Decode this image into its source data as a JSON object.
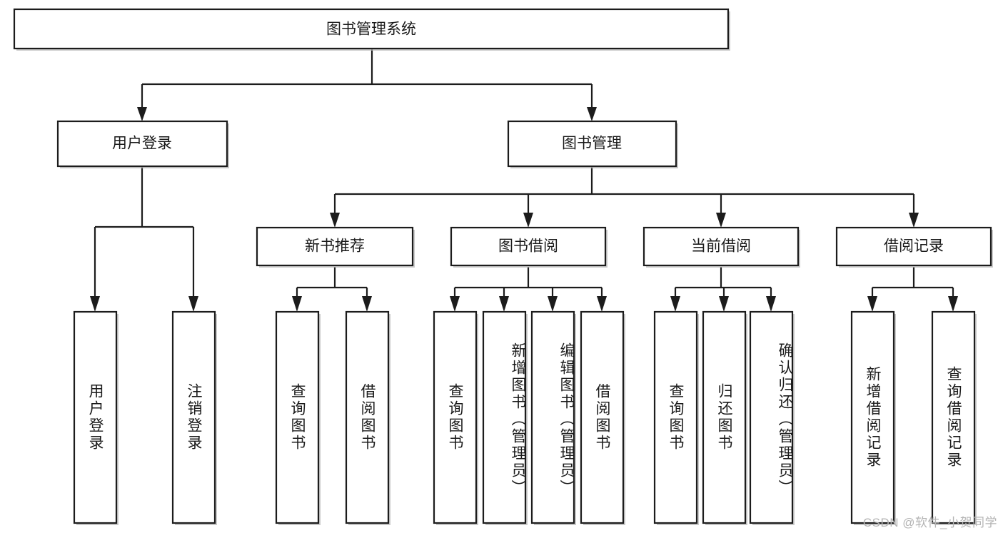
{
  "diagram": {
    "title": "图书管理系统",
    "watermark": "CSDN @软件_小贺同学",
    "type": "tree-hierarchy",
    "colors": {
      "stroke": "#1c1c1c",
      "fill": "#ffffff",
      "background": "#ffffff",
      "shadow": "#b8b8b8",
      "watermark": "#b4b4b4"
    },
    "levels": [
      {
        "level": 1,
        "nodes": [
          "图书管理系统"
        ]
      },
      {
        "level": 2,
        "nodes": [
          "用户登录",
          "图书管理"
        ]
      },
      {
        "level": 3,
        "nodes": [
          "新书推荐",
          "图书借阅",
          "当前借阅",
          "借阅记录"
        ]
      },
      {
        "level": 4,
        "nodes": [
          "用户登录",
          "注销登录",
          "查询图书",
          "借阅图书",
          "查询图书",
          "新增图书（管理员）",
          "编辑图书（管理员）",
          "借阅图书",
          "查询图书",
          "归还图书",
          "确认归还（管理员）",
          "新增借阅记录",
          "查询借阅记录"
        ]
      }
    ],
    "root": {
      "id": "root",
      "label": "图书管理系统"
    },
    "branches": [
      {
        "id": "user-login",
        "label": "用户登录"
      },
      {
        "id": "book-manage",
        "label": "图书管理"
      }
    ],
    "subbranches": [
      {
        "id": "new-book-rec",
        "label": "新书推荐"
      },
      {
        "id": "book-borrow",
        "label": "图书借阅"
      },
      {
        "id": "current-borrow",
        "label": "当前借阅"
      },
      {
        "id": "borrow-record",
        "label": "借阅记录"
      }
    ],
    "leaves": [
      {
        "id": "leaf-user-login",
        "label": "用户登录",
        "parent": "user-login"
      },
      {
        "id": "leaf-logout",
        "label": "注销登录",
        "parent": "user-login"
      },
      {
        "id": "leaf-query-book-1",
        "label": "查询图书",
        "parent": "new-book-rec"
      },
      {
        "id": "leaf-borrow-book-1",
        "label": "借阅图书",
        "parent": "new-book-rec"
      },
      {
        "id": "leaf-query-book-2",
        "label": "查询图书",
        "parent": "book-borrow"
      },
      {
        "id": "leaf-add-book",
        "label": "新增图书（管理员）",
        "parent": "book-borrow"
      },
      {
        "id": "leaf-edit-book",
        "label": "编辑图书（管理员）",
        "parent": "book-borrow"
      },
      {
        "id": "leaf-borrow-book-2",
        "label": "借阅图书",
        "parent": "book-borrow"
      },
      {
        "id": "leaf-query-book-3",
        "label": "查询图书",
        "parent": "current-borrow"
      },
      {
        "id": "leaf-return-book",
        "label": "归还图书",
        "parent": "current-borrow"
      },
      {
        "id": "leaf-confirm-return",
        "label": "确认归还（管理员）",
        "parent": "current-borrow"
      },
      {
        "id": "leaf-add-record",
        "label": "新增借阅记录",
        "parent": "borrow-record"
      },
      {
        "id": "leaf-query-record",
        "label": "查询借阅记录",
        "parent": "borrow-record"
      }
    ]
  }
}
